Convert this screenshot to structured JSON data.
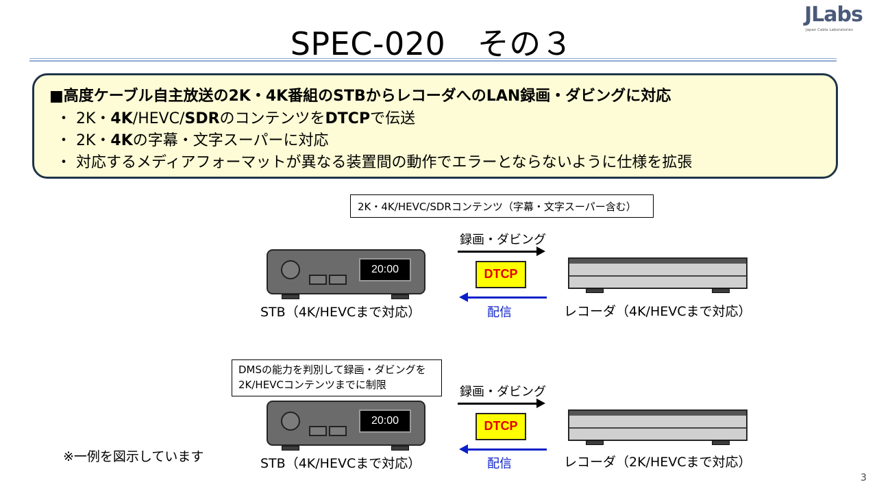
{
  "title": "SPEC-020　その３",
  "logo": {
    "main": "JLabs",
    "sub": "Japan Cable Laboratories"
  },
  "summary": {
    "heading": "■高度ケーブル自主放送の2K・4K番組のSTBからレコーダへのLAN録画・ダビングに対応",
    "bullet1": {
      "p1": "・ 2K・",
      "p2": "4K",
      "p3": "/HEVC/",
      "p4": "SDR",
      "p5": "のコンテンツを",
      "p6": "DTCP",
      "p7": "で伝送"
    },
    "bullet2": {
      "p1": "・ 2K・",
      "p2": "4K",
      "p3": "の字幕・文字スーパーに対応"
    },
    "bullet3": "・ 対応するメディアフォーマットが異なる装置間の動作でエラーとならないように仕様を拡張"
  },
  "diagram1": {
    "note": "2K・4K/HEVC/SDRコンテンツ（字幕・文字スーパー含む）",
    "stb_display": "20:00",
    "arrow_top_label": "録画・ダビング",
    "dtcp": "DTCP",
    "arrow_bottom_label": "配信",
    "stb_label": "STB（4K/HEVCまで対応）",
    "recorder_label": "レコーダ（4K/HEVCまで対応）"
  },
  "diagram2": {
    "note_line1": "DMSの能力を判別して録画・ダビングを",
    "note_line2": "2K/HEVCコンテンツまでに制限",
    "stb_display": "20:00",
    "arrow_top_label": "録画・ダビング",
    "dtcp": "DTCP",
    "arrow_bottom_label": "配信",
    "stb_label": "STB（4K/HEVCまで対応）",
    "recorder_label": "レコーダ（2K/HEVCまで対応）"
  },
  "example_note": "※一例を図示しています",
  "page_number": "3",
  "colors": {
    "accent_blue": "#0b1fc8",
    "dtcp_fill": "#ffff00",
    "dtcp_text": "#e00000",
    "summary_fill": "#fefcd6",
    "summary_border": "#1e3349"
  }
}
